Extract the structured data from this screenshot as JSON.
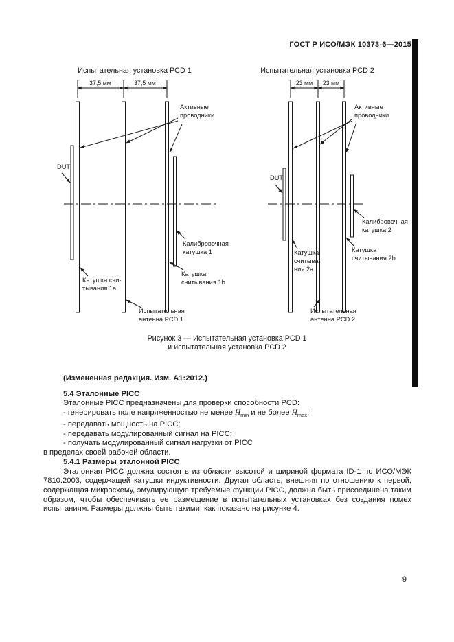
{
  "page": {
    "header": "ГОСТ Р ИСО/МЭК 10373-6—2015",
    "number": "9"
  },
  "figure": {
    "left": {
      "title": "Испытательная установка PCD 1",
      "dims": [
        "37,5 мм",
        "37,5 мм"
      ],
      "active_conductors": [
        "Активные",
        "проводники"
      ],
      "dut": "DUT",
      "calibration_coil": [
        "Калибровочная",
        "катушка 1"
      ],
      "sense_coil_a": [
        "Катушка счи-",
        "тывания 1a"
      ],
      "sense_coil_b": [
        "Катушка",
        "считывания 1b"
      ],
      "antenna": [
        "Испытательная",
        "антенна PCD 1"
      ]
    },
    "right": {
      "title": "Испытательная установка PCD 2",
      "dims": [
        "23 мм",
        "23 мм"
      ],
      "active_conductors": [
        "Активные",
        "проводники"
      ],
      "dut": "DUT",
      "calibration_coil": [
        "Калибровочная",
        "катушка 2"
      ],
      "sense_coil_a": [
        "Катушка",
        "считыва-",
        "ния 2a"
      ],
      "sense_coil_b": [
        "Катушка",
        "считывания 2b"
      ],
      "antenna": [
        "Испытательная",
        "антенна PCD 2"
      ]
    },
    "caption": [
      "Рисунок 3 — Испытательная установка PCD 1",
      "и испытательная установка PCD 2"
    ]
  },
  "body": {
    "amendment": "(Измененная редакция. Изм. А1:2012.)",
    "section_54": {
      "heading": "5.4 Эталонные PICC",
      "intro": "Эталонные PICC предназначены для проверки способности PCD:",
      "bullet1": {
        "pre": "- генерировать поле напряженностью не менее ",
        "h1": "H",
        "sub1": "min",
        "mid": " и не более ",
        "h2": "H",
        "sub2": "max",
        "post": ";"
      },
      "bullet2": "- передавать мощность на PICC;",
      "bullet3": "- передавать модулированный сигнал на PICC;",
      "bullet4": "- получать модулированный сигнал нагрузки от PICC",
      "bullet4_cont": "в пределах своей рабочей области."
    },
    "section_541": {
      "heading": "5.4.1 Размеры эталонной PICC",
      "paragraph": "Эталонная PICC должна состоять из области высотой и шириной формата ID-1 по ИСО/МЭК 7810:2003, содержащей катушки индуктивности. Другая область, внешняя по отношению к первой, содержащая микросхему, эмулирующую требуемые функции PICC, должна быть присоединена таким образом, чтобы обеспечивать ее размещение в испытательных установках без создания помех испытаниям. Размеры должны быть такими, как показано на рисунке 4."
    }
  }
}
